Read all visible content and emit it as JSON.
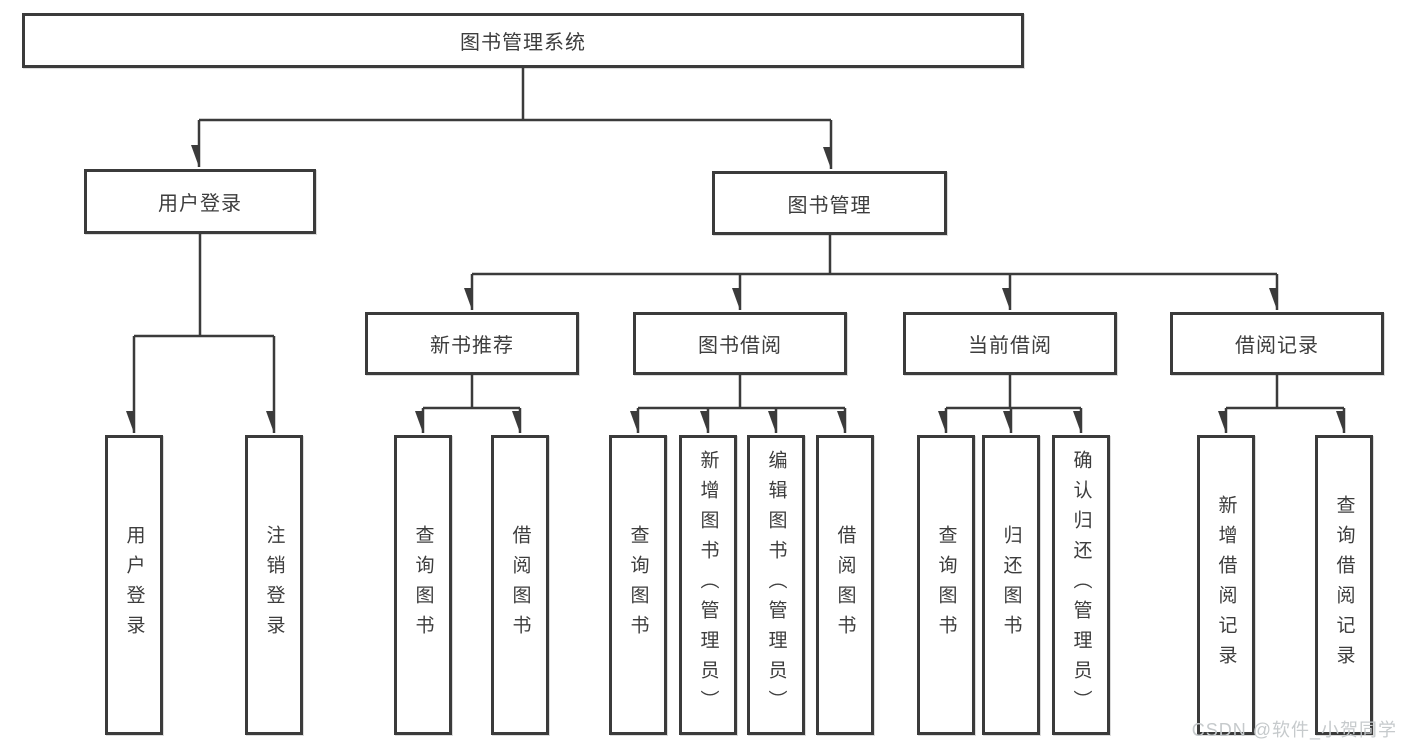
{
  "diagram": {
    "type": "hierarchy-tree",
    "root": {
      "label": "图书管理系统"
    },
    "branches": [
      {
        "label": "用户登录"
      },
      {
        "label": "图书管理"
      }
    ],
    "modules": [
      {
        "parent": "图书管理",
        "label": "新书推荐"
      },
      {
        "parent": "图书管理",
        "label": "图书借阅"
      },
      {
        "parent": "图书管理",
        "label": "当前借阅"
      },
      {
        "parent": "图书管理",
        "label": "借阅记录"
      }
    ],
    "leaves": [
      {
        "parent": "用户登录",
        "label": "用户登录"
      },
      {
        "parent": "用户登录",
        "label": "注销登录"
      },
      {
        "parent": "新书推荐",
        "label": "查询图书"
      },
      {
        "parent": "新书推荐",
        "label": "借阅图书"
      },
      {
        "parent": "图书借阅",
        "label": "查询图书"
      },
      {
        "parent": "图书借阅",
        "label": "新增图书（管理员）"
      },
      {
        "parent": "图书借阅",
        "label": "编辑图书（管理员）"
      },
      {
        "parent": "图书借阅",
        "label": "借阅图书"
      },
      {
        "parent": "当前借阅",
        "label": "查询图书"
      },
      {
        "parent": "当前借阅",
        "label": "归还图书"
      },
      {
        "parent": "当前借阅",
        "label": "确认归还（管理员）"
      },
      {
        "parent": "借阅记录",
        "label": "新增借阅记录"
      },
      {
        "parent": "借阅记录",
        "label": "查询借阅记录"
      }
    ]
  },
  "watermark": {
    "text": "CSDN @软件_小贺同学"
  },
  "colors": {
    "line": "#3b3b3b",
    "text": "#3d3d3d",
    "background": "#ffffff",
    "watermark": "#c6cacc"
  }
}
